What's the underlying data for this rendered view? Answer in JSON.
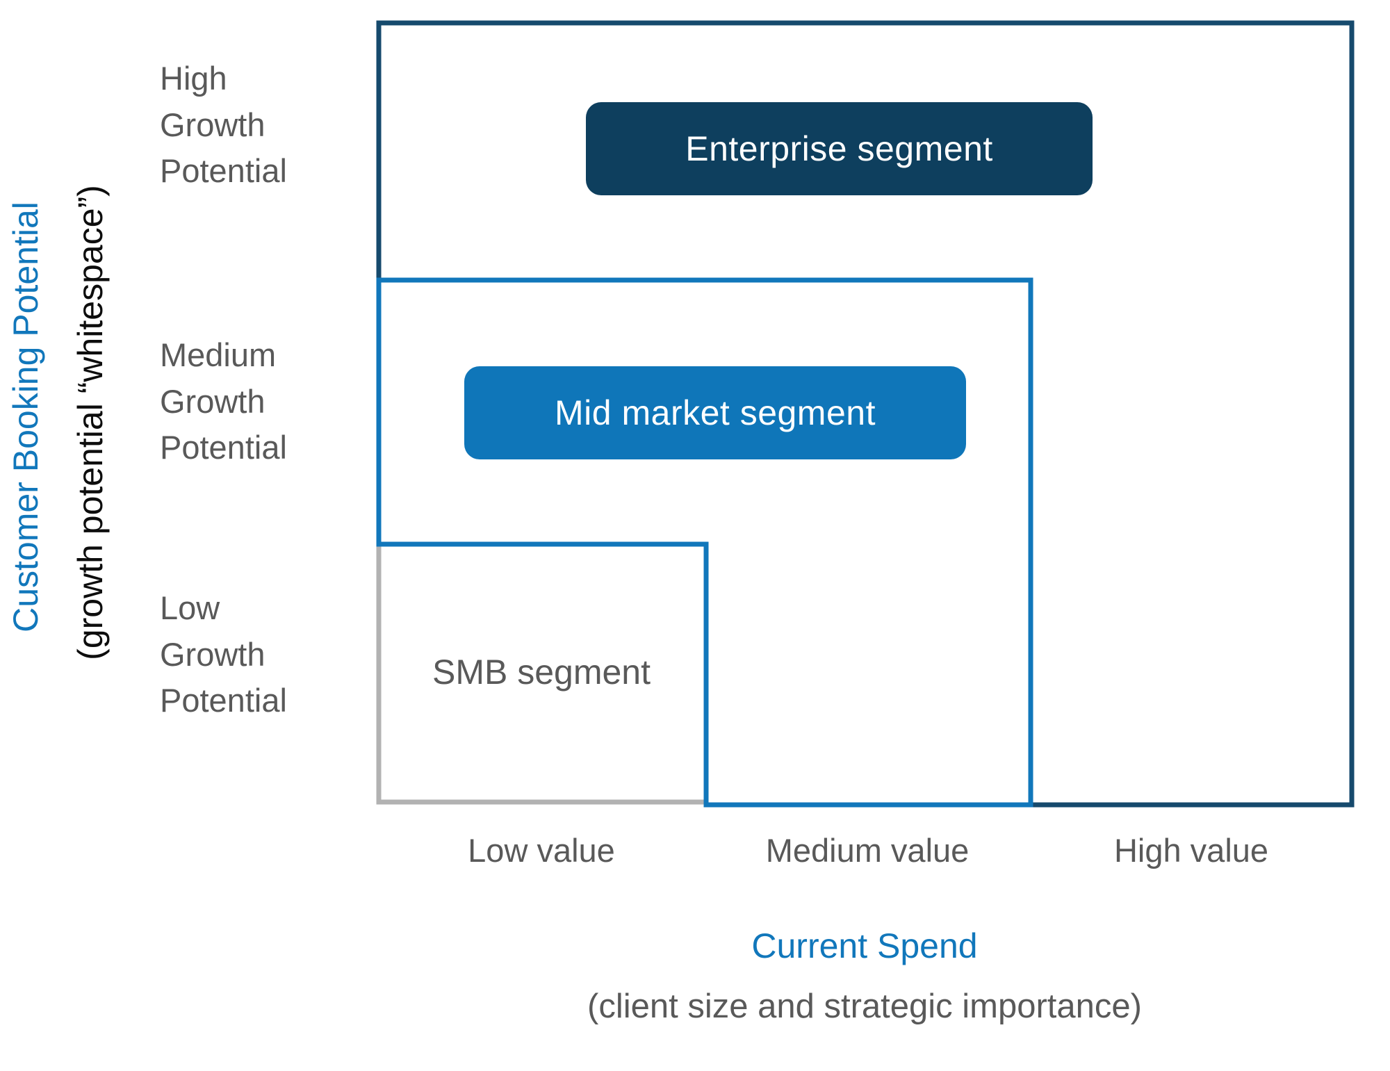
{
  "colors": {
    "background": "#ffffff",
    "navy-line": "#164a6d",
    "blue-line": "#1177bb",
    "gray-line": "#b2b2b2",
    "enterprise-fill": "#0e3f5e",
    "midmarket-fill": "#0f76b9",
    "text-gray": "#595959",
    "text-black": "#0d0d0d",
    "text-blue": "#1177bb",
    "text-white": "#ffffff"
  },
  "matrix": {
    "y_axis": {
      "title": "Customer Booking Potential",
      "subtitle": "(growth potential “whitespace”)",
      "ticks": [
        "High\nGrowth\nPotential",
        "Medium\nGrowth\nPotential",
        "Low\nGrowth\nPotential"
      ]
    },
    "x_axis": {
      "title": "Current Spend",
      "subtitle": "(client size and strategic importance)",
      "ticks": [
        "Low value",
        "Medium value",
        "High value"
      ]
    },
    "segments": [
      {
        "label": "Enterprise segment",
        "fill": "#0e3f5e",
        "text_color": "#ffffff"
      },
      {
        "label": "Mid market segment",
        "fill": "#0f76b9",
        "text_color": "#ffffff"
      },
      {
        "label": "SMB segment",
        "fill": "none",
        "text_color": "#595959"
      }
    ]
  }
}
